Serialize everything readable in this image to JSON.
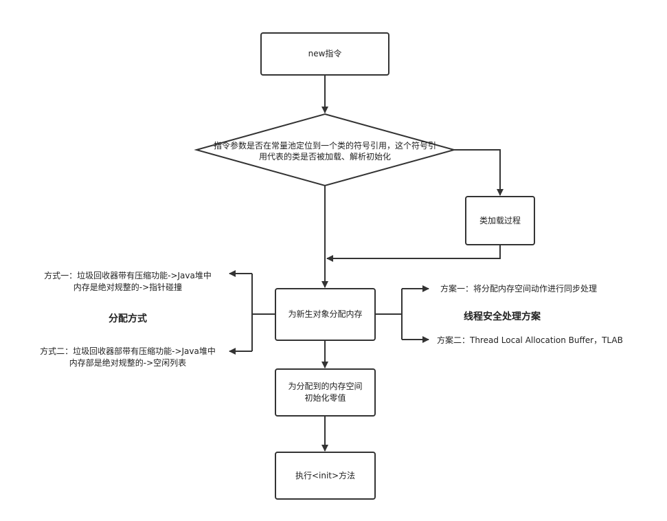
{
  "nodes": {
    "start": "new指令",
    "check": "指令参数是否在常量池定位到一个类的符号引用，这个符号引\n用代表的类是否被加载、解析初始化",
    "class_load": "类加载过程",
    "alloc": "为新生对象分配内存",
    "zero_init": "为分配到的内存空间\n初始化零值",
    "init": "执行<init>方法"
  },
  "left_group": {
    "heading": "分配方式",
    "way1": "方式一：垃圾回收器带有压缩功能->Java堆中\n内存是绝对规整的->指针碰撞",
    "way2": "方式二：垃圾回收器部带有压缩功能->Java堆中\n内存部是绝对规整的->空闲列表"
  },
  "right_group": {
    "heading": "线程安全处理方案",
    "plan1": "方案一：将分配内存空间动作进行同步处理",
    "plan2": "方案二：Thread Local Allocation Buffer，TLAB"
  },
  "colors": {
    "stroke": "#333333",
    "text": "#222222"
  }
}
